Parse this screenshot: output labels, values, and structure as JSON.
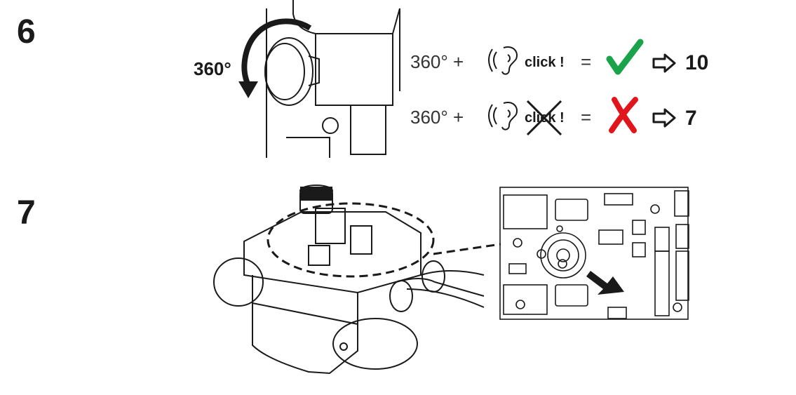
{
  "step6": {
    "number": "6",
    "rotation_label": "360°",
    "rows": [
      {
        "angle": "360° +",
        "sound": "click !",
        "equals": "=",
        "result": "check",
        "goto": "10"
      },
      {
        "angle": "360° +",
        "sound": "click !",
        "equals": "=",
        "result": "cross",
        "goto": "7"
      }
    ]
  },
  "step7": {
    "number": "7"
  },
  "colors": {
    "check": "#1aa34a",
    "cross": "#e0161c",
    "line": "#1a1a1a"
  }
}
